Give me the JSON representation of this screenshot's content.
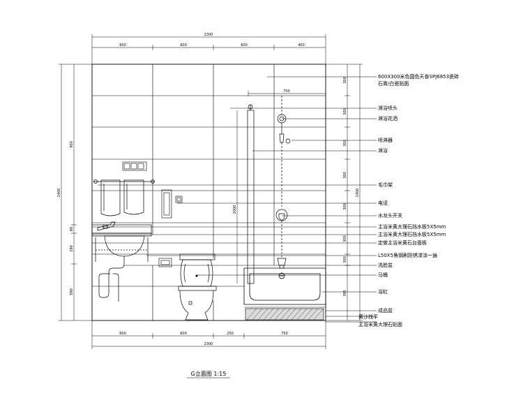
{
  "drawing": {
    "title": "G立面图 1:15",
    "top_dims": {
      "overall": "2300",
      "segments": [
        "600",
        "600",
        "600",
        "400"
      ],
      "sub": "700"
    },
    "bottom_dims": {
      "overall": "2300",
      "segments": [
        "600",
        "600",
        "250",
        "750"
      ]
    },
    "left_dims": {
      "overall": "2400",
      "segments": [
        "900",
        "80",
        "290",
        "590"
      ]
    },
    "right_dims": {
      "overall": "2400",
      "segments": [
        "300",
        "300",
        "300",
        "300",
        "300",
        "300",
        "300",
        "395"
      ]
    },
    "inner_dims": {
      "column_height": "2000"
    },
    "labels": [
      "600X300米色国色天香SPJ6853瓷砖",
      "石膏/白瓷贴面",
      "淋浴喷头",
      "淋浴花洒",
      "喷淋器",
      "淋浴",
      "毛巾架",
      "电话",
      "水龙头开关",
      "主浴米黄大理石挡水板5X5mm",
      "主浴米黄大理石挡水板5X5mm",
      "定做主浴米黄石台面板",
      "L50X5角钢刷防锈漆涂一遍",
      "洗脸盆",
      "马桶",
      "浴缸",
      "成品盆",
      "黄沙找平",
      "主浴米黄大理石贴面"
    ]
  },
  "colors": {
    "ink": "#000000",
    "paper": "#ffffff",
    "hatch": "#333333"
  }
}
